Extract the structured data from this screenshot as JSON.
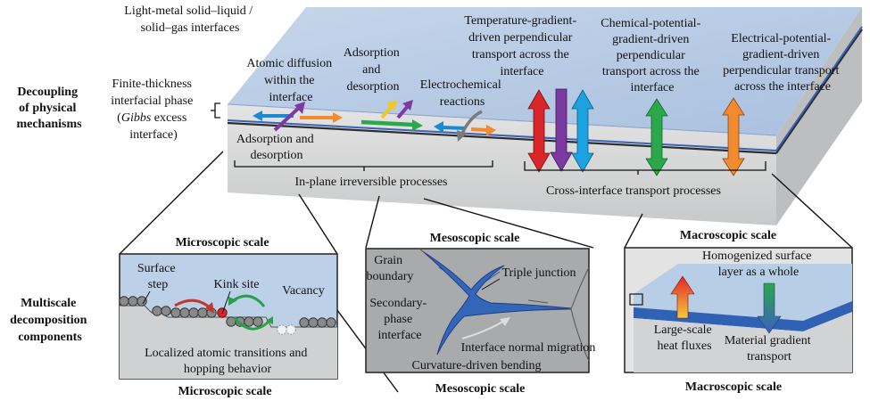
{
  "left_labels": {
    "decoupling": [
      "Decoupling",
      "of physical",
      "mechanisms"
    ],
    "multiscale": [
      "Multiscale",
      "decomposition",
      "components"
    ]
  },
  "top": {
    "interfaces": [
      "Light-metal solid–liquid /",
      "solid–gas interfaces"
    ],
    "finite_thickness": [
      "Finite-thickness",
      "interfacial phase",
      "excess",
      "interface)"
    ],
    "gibbs_word": "Gibbs",
    "atomic_diffusion": [
      "Atomic diffusion",
      "within the",
      "interface"
    ],
    "adsorption_desorption_top": [
      "Adsorption",
      "and",
      "desorption"
    ],
    "electrochemical": [
      "Electrochemical",
      "reactions"
    ],
    "adsorption_desorption_bottom": [
      "Adsorption and",
      "desorption"
    ],
    "temperature_gradient": [
      "Temperature-gradient-",
      "driven perpendicular",
      "transport across the",
      "interface"
    ],
    "chemical_potential": [
      "Chemical-potential-",
      "gradient-driven",
      "perpendicular",
      "transport across the",
      "interface"
    ],
    "electrical_potential": [
      "Electrical-potential-",
      "gradient-driven",
      "perpendicular transport",
      "across the interface"
    ],
    "in_plane": "In-plane irreversible processes",
    "cross_interface": "Cross-interface transport processes"
  },
  "micro": {
    "title_top": "Microscopic scale",
    "title_bottom": "Microscopic scale",
    "surface_step": [
      "Surface",
      "step"
    ],
    "kink_site": "Kink site",
    "vacancy": "Vacancy",
    "localized": [
      "Localized atomic transitions and",
      "hopping behavior"
    ]
  },
  "meso": {
    "title_top": "Mesoscopic scale",
    "title_bottom": "Mesoscopic scale",
    "grain_boundary": [
      "Grain",
      "boundary"
    ],
    "triple_junction": "Triple junction",
    "secondary_phase": [
      "Secondary-",
      "phase",
      "interface"
    ],
    "normal_migration": "Interface normal migration",
    "curvature": "Curvature-driven bending"
  },
  "macro": {
    "title_top": "Macroscopic scale",
    "title_bottom": "Macroscopic scale",
    "homogenized": [
      "Homogenized surface",
      "layer as a whole"
    ],
    "heat_fluxes": [
      "Large-scale",
      "heat fluxes"
    ],
    "material_gradient": [
      "Material gradient",
      "transport"
    ]
  },
  "colors": {
    "slab_top": "#b8cde6",
    "slab_side": "#d2d3d4",
    "interface_line": "#3a63b8",
    "red": "#d9262a",
    "purple": "#7b3aa0",
    "blue": "#1aa3e0",
    "green": "#2aa84a",
    "orange": "#f28a2e",
    "yellow": "#f2c81e",
    "meso_bg": "#a9aaac",
    "meso_grain": "#3366b8"
  }
}
